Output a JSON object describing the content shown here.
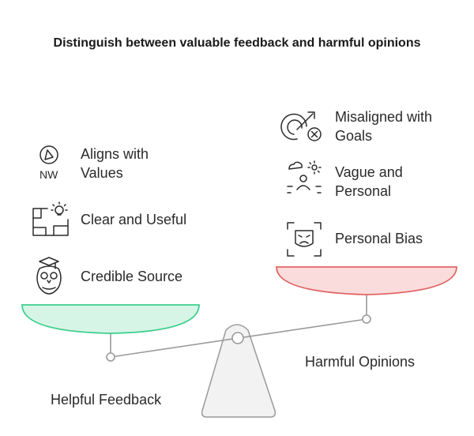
{
  "title": "Distinguish between valuable feedback and harmful opinions",
  "left": {
    "label": "Helpful Feedback",
    "color": "#3ecf8e",
    "fill": "#d7f5e6",
    "items": [
      {
        "icon": "compass-icon",
        "line1": "Aligns with",
        "line2": "Values",
        "icon_text": "NW"
      },
      {
        "icon": "blueprint-lightbulb-icon",
        "line1": "Clear and Useful",
        "line2": ""
      },
      {
        "icon": "owl-graduate-icon",
        "line1": "Credible Source",
        "line2": ""
      }
    ]
  },
  "right": {
    "label": "Harmful Opinions",
    "color": "#e06666",
    "fill": "#fbdcdc",
    "items": [
      {
        "icon": "target-cancel-icon",
        "line1": "Misaligned with",
        "line2": "Goals"
      },
      {
        "icon": "person-weather-icon",
        "line1": "Vague and",
        "line2": "Personal"
      },
      {
        "icon": "face-frame-icon",
        "line1": "Personal Bias",
        "line2": ""
      }
    ]
  },
  "fulcrum_color": "#f2f2f2",
  "beam_color": "#9a9a9a"
}
